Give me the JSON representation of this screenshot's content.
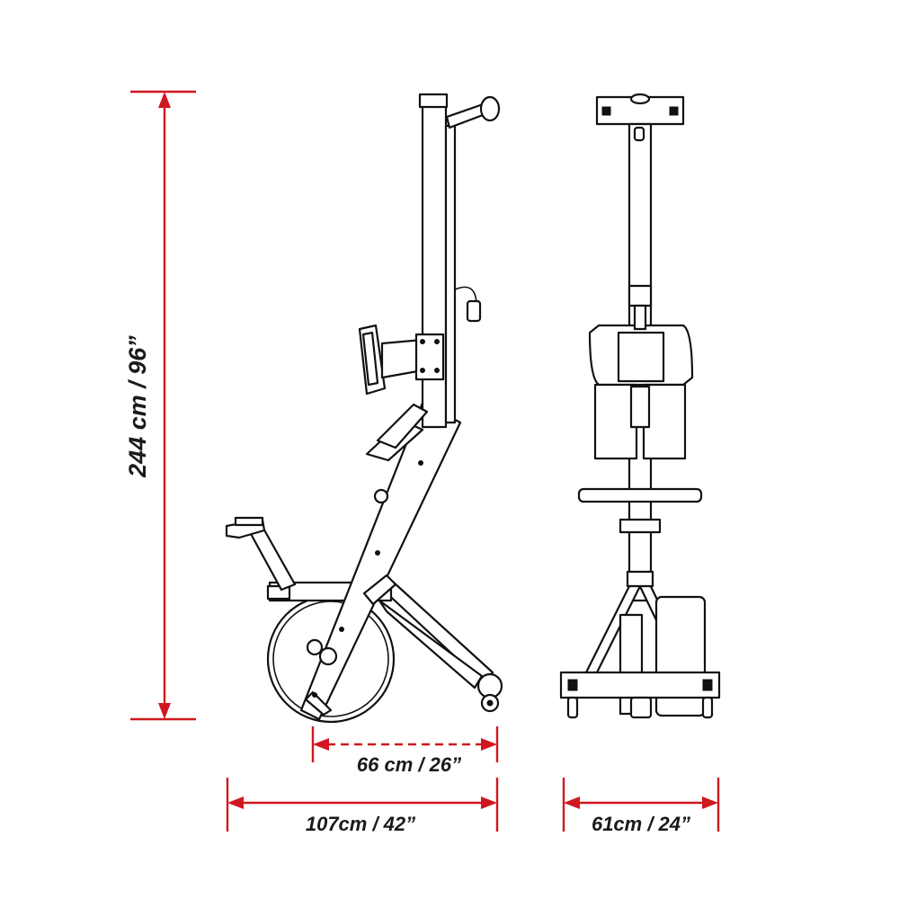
{
  "dimensions": {
    "height_label": "244 cm / 96”",
    "folded_depth_label": "66 cm / 26”",
    "side_length_label": "107cm / 42”",
    "width_label": "61cm / 24”"
  },
  "colors": {
    "dimension_lines": "#d0171f",
    "line_art": "#111111",
    "text": "#1a1a1a"
  }
}
